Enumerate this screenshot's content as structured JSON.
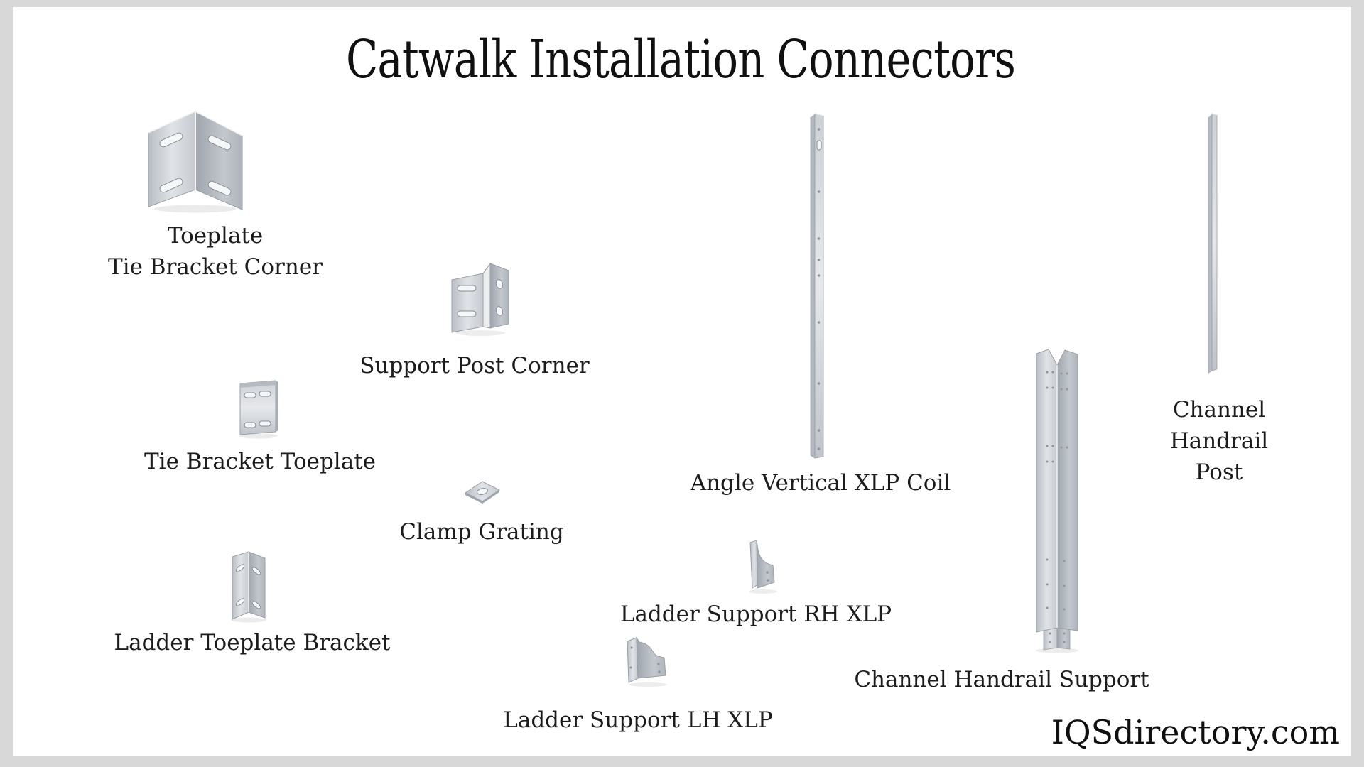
{
  "page": {
    "title": "Catwalk Installation Connectors",
    "watermark": "IQSdirectory.com",
    "background_color": "#d8d8d8",
    "canvas_color": "#ffffff",
    "text_color": "#1c1c1c",
    "metal_light": "#e3e6e9",
    "metal_mid": "#c2c7cd",
    "metal_dark": "#9fa5ad"
  },
  "items": [
    {
      "name": "toeplate-tie-bracket-corner",
      "image": "corner-bracket-3d",
      "label": "Toeplate\nTie Bracket Corner"
    },
    {
      "name": "support-post-corner",
      "image": "l-bracket-3d",
      "label": "Support Post Corner"
    },
    {
      "name": "tie-bracket-toeplate",
      "image": "flat-slotted-plate-3d",
      "label": "Tie Bracket Toeplate"
    },
    {
      "name": "clamp-grating",
      "image": "grating-clamp-plate-3d",
      "label": "Clamp Grating"
    },
    {
      "name": "ladder-toeplate-bracket",
      "image": "angle-bracket-3d",
      "label": "Ladder Toeplate Bracket"
    },
    {
      "name": "angle-vertical-xlp-coil",
      "image": "tall-angle-bar-3d",
      "label": "Angle Vertical XLP Coil"
    },
    {
      "name": "ladder-support-rh-xlp",
      "image": "gusset-bracket-rh-3d",
      "label": "Ladder Support RH XLP"
    },
    {
      "name": "ladder-support-lh-xlp",
      "image": "gusset-bracket-lh-3d",
      "label": "Ladder Support LH XLP"
    },
    {
      "name": "channel-handrail-support",
      "image": "notched-channel-post-3d",
      "label": "Channel Handrail Support"
    },
    {
      "name": "channel-handrail-post",
      "image": "thin-square-post-3d",
      "label": "Channel Handrail\nPost"
    }
  ]
}
